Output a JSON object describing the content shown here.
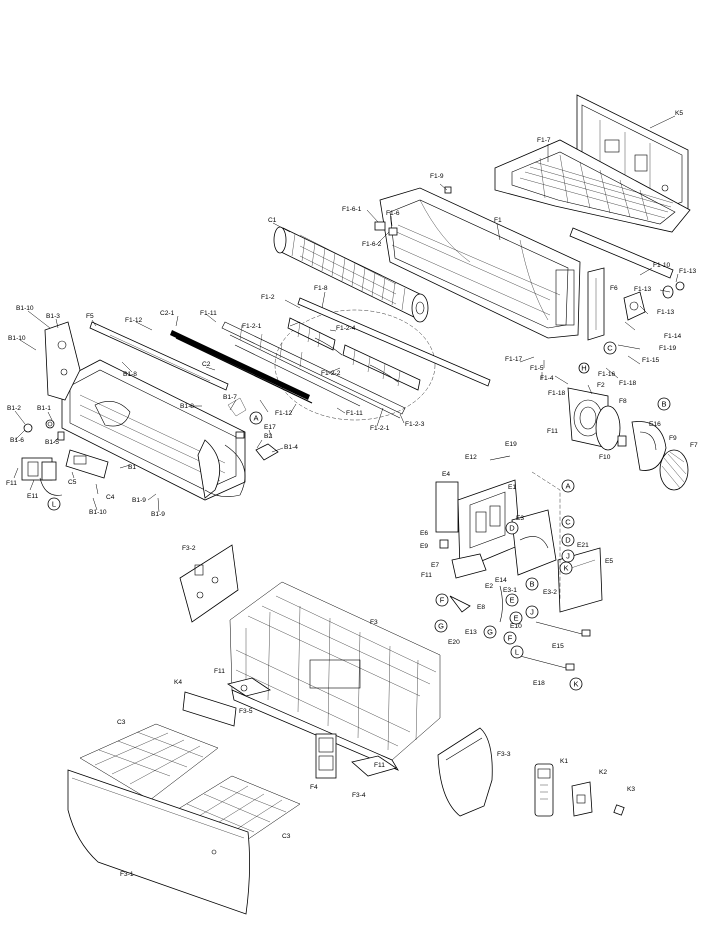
{
  "diagram": {
    "part_labels": {
      "K5": "K5",
      "F1-7": "F1-7",
      "F1-9": "F1-9",
      "F1-6-1": "F1-6-1",
      "F1-6": "F1-6",
      "F1-6-2": "F1-6-2",
      "C1": "C1",
      "F1": "F1",
      "F1-10": "F1-10",
      "F1-13a": "F1-13",
      "F1-13b": "F1-13",
      "F1-13c": "F1-13",
      "F6": "F6",
      "F1-14": "F1-14",
      "F1-15": "F1-15",
      "F1-19": "F1-19",
      "F1-16": "F1-16",
      "F1-18a": "F1-18",
      "F1-18b": "F1-18",
      "F1-17": "F1-17",
      "F1-5": "F1-5",
      "F1-4": "F1-4",
      "F1-8": "F1-8",
      "F1-2": "F1-2",
      "F1-2-1a": "F1-2-1",
      "F1-2-4": "F1-2-4",
      "F1-2-2": "F1-2-2",
      "F1-2-1b": "F1-2-1",
      "F1-2-3": "F1-2-3",
      "F1-11a": "F1-11",
      "F1-11b": "F1-11",
      "F1-12a": "F1-12",
      "F1-12b": "F1-12",
      "C2-1": "C2-1",
      "C2": "C2",
      "F5": "F5",
      "B1-10a": "B1-10",
      "B1-3": "B1-3",
      "B1-10b": "B1-10",
      "B1-8a": "B1-8",
      "B1-8b": "B1-8",
      "B1-7": "B1-7",
      "E17": "E17",
      "B2": "B2",
      "B1-4": "B1-4",
      "B1-2": "B1-2",
      "B1-1": "B1-1",
      "B1-6": "B1-6",
      "B1-5": "B1-5",
      "F11a": "F11",
      "E11": "E11",
      "C5": "C5",
      "C4": "C4",
      "B1": "B1",
      "B1-10c": "B1-10",
      "B1-9a": "B1-9",
      "B1-9b": "B1-9",
      "F2": "F2",
      "F8": "F8",
      "F11b": "F11",
      "F10": "F10",
      "E16": "E16",
      "F9": "F9",
      "F7": "F7",
      "E19": "E19",
      "E12": "E12",
      "E4": "E4",
      "E1": "E1",
      "E3": "E3",
      "E6": "E6",
      "E9": "E9",
      "E21": "E21",
      "E5": "E5",
      "E7": "E7",
      "F11c": "F11",
      "E2": "E2",
      "E14": "E14",
      "E3-1": "E3-1",
      "E3-2": "E3-2",
      "E8": "E8",
      "E13": "E13",
      "E10": "E10",
      "E20": "E20",
      "E15": "E15",
      "E18": "E18",
      "F3-2": "F3-2",
      "F3": "F3",
      "F11d": "F11",
      "K4": "K4",
      "F3-5": "F3-5",
      "C3a": "C3",
      "F4": "F4",
      "F11e": "F11",
      "F3-4": "F3-4",
      "F3-3": "F3-3",
      "C3b": "C3",
      "F3-1": "F3-1",
      "K1": "K1",
      "K2": "K2",
      "K3": "K3"
    },
    "callouts": {
      "A1": "A",
      "B1": "B",
      "C1": "C",
      "L1": "L",
      "A2": "A",
      "H1": "H",
      "C2": "C",
      "D1": "D",
      "J1": "J",
      "K1": "K",
      "D2": "D",
      "E1": "E",
      "B2": "B",
      "J2": "J",
      "F1": "F",
      "E2": "E",
      "G1": "G",
      "F2": "F",
      "G2": "G",
      "L2": "L",
      "K2": "K"
    }
  }
}
